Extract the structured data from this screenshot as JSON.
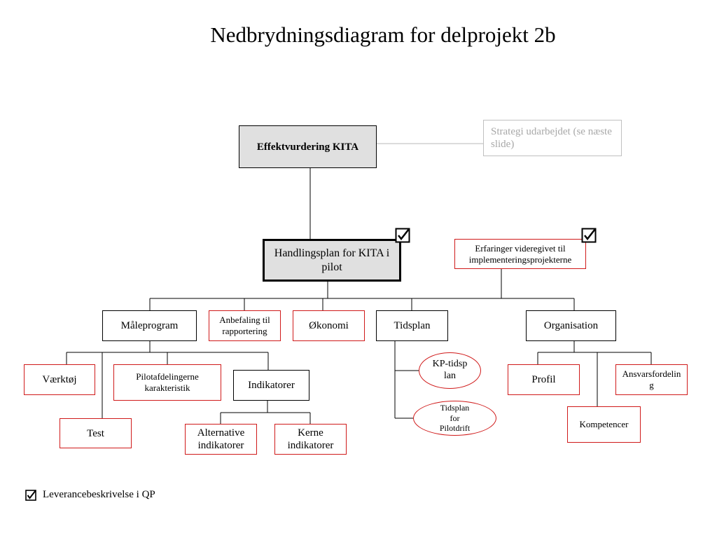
{
  "title": "Nedbrydningsdiagram for delprojekt 2b",
  "nodes": {
    "root": "Effektvurdering KITA",
    "strategy_note": "Strategi udarbejdet (se næste slide)",
    "plan": "Handlingsplan for KITA i pilot",
    "experience": "Erfaringer videregivet til implementeringsprojekterne",
    "maaleprogram": "Måleprogram",
    "anbefaling": "Anbefaling til rapportering",
    "okonomi": "Økonomi",
    "tidsplan": "Tidsplan",
    "organisation": "Organisation",
    "vaerktoj": "Værktøj",
    "test": "Test",
    "pilotafd": "Pilotafdelingerne karakteristik",
    "indikatorer": "Indikatorer",
    "alternative": "Alternative indikatorer",
    "kerne": "Kerne indikatorer",
    "kp_tidsplan": "KP-tidsplan",
    "tidsplan_pilot": "Tidsplan for Pilotdrift",
    "profil": "Profil",
    "kompetencer": "Kompetencer",
    "ansvar": "Ansvarsfordeling"
  },
  "legend": {
    "icon": "checkbox-checked-icon",
    "label": "Leverancebeskrivelse i QP"
  },
  "colors": {
    "deliverable_border": "#d01a1a",
    "highlight_fill": "#e0e0e0",
    "note_border": "#c0c0c0",
    "note_text": "#a8a8a8"
  }
}
